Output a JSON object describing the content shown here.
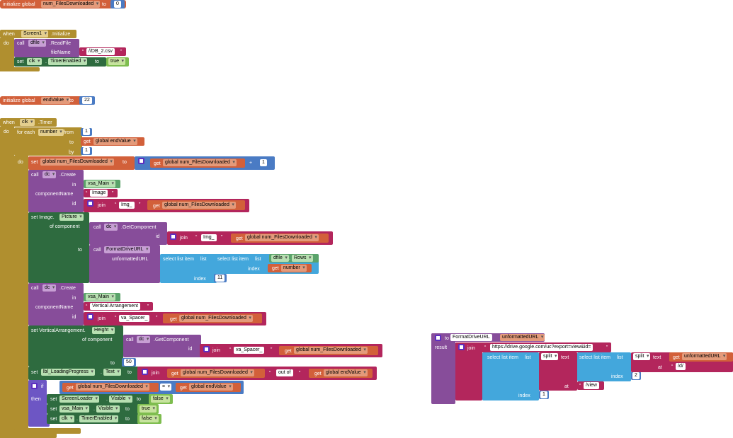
{
  "colors": {
    "variables": "#d2603a",
    "events": "#b08f2f",
    "procedures": "#874d9a",
    "component_set": "#2e6b3f",
    "component_get": "#5aa36a",
    "logic": "#7ebd4f",
    "math": "#4a7bc4",
    "text": "#b3265c",
    "lists": "#43a7dc",
    "control": "#6d56c4"
  },
  "labels": {
    "initialize_global": "initialize global",
    "to": "to",
    "when": "when",
    "do": "do",
    "call": "call",
    "set": "set",
    "get": "get",
    "dot": ".",
    "filename": "fileName",
    "for_each": "for each",
    "from": "from",
    "by": "by",
    "in": "in",
    "componentName": "componentName",
    "id": "id",
    "join": "join",
    "of_component": "of component",
    "unformattedURL": "unformattedURL",
    "select_list_item": "select list item",
    "list": "list",
    "index": "index",
    "if": "if",
    "then": "then",
    "result": "result",
    "text": "text",
    "at": "at",
    "split": "split",
    "plus": "+",
    "equals": "=",
    "set_image": "set Image.",
    "set_va": "set VerticalArrangement.",
    "quote": "“",
    "quote_close": "”",
    "get_component": ".GetComponent",
    "create": ".Create",
    "read_file": ".ReadFile",
    "timer": ".Timer",
    "initialize": ".Initialize"
  },
  "b1": {
    "name": "num_FilesDownloaded",
    "value": "0"
  },
  "b2": {
    "component": "Screen1",
    "file_component": "dfile",
    "method": ".ReadFile",
    "file_name": "//DB_2.csv",
    "clk": "clk",
    "prop": "TimerEnabled",
    "value": "true"
  },
  "b3": {
    "name": "endValue",
    "value": "22"
  },
  "b4": {
    "component": "clk",
    "loop_var": "number",
    "from": "1",
    "to_get": "global endValue",
    "by": "1",
    "set_var": "global num_FilesDownloaded",
    "get_var": "global num_FilesDownloaded",
    "increment": "1",
    "dc": "dc",
    "in_comp": "vsa_Main",
    "image": "Image",
    "img_prefix": "Img_",
    "picture": "Picture",
    "format_proc": "FormatDriveURL",
    "dfile": "dfile",
    "rows": "Rows",
    "number": "number",
    "index": "11",
    "va": "Vertical Arrangement",
    "va_prefix": "va_Spacer_",
    "height": "Height",
    "height_val": "50",
    "lbl": "lbl_LoadingProgress",
    "text_prop": "Text",
    "out_of": "out of",
    "global_endValue": "global endValue",
    "screen_loader": "ScreenLoader",
    "visible": "Visible",
    "false": "false",
    "true": "true",
    "tenabled": "TimerEnabled",
    "clk": "clk"
  },
  "b5": {
    "proc": "FormatDriveURL",
    "param": "unformattedURL",
    "url": "https://drive.google.com/uc?export=view&id=",
    "split_d": "/d/",
    "index2": "2",
    "split_view": "/view",
    "index1": "1"
  }
}
